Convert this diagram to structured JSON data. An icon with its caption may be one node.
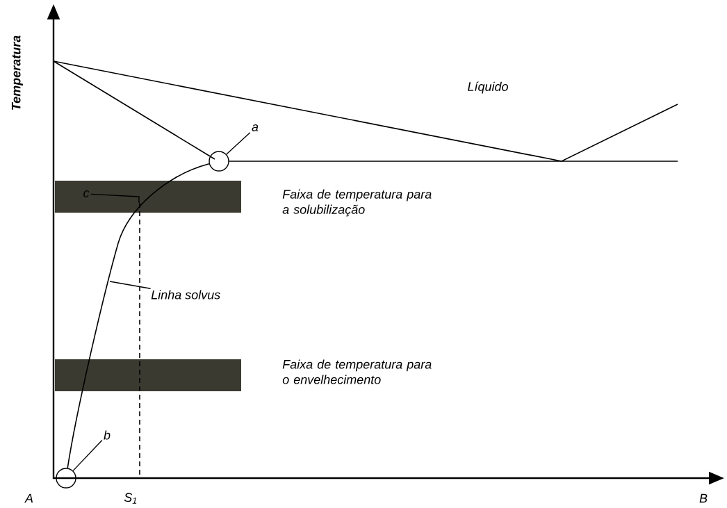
{
  "diagram": {
    "nodes": [
      {
        "text": [
          "a"
        ]
      },
      {
        "text": [],
        "shape": "circle"
      },
      {
        "text": [
          "b"
        ]
      },
      {
        "text": [],
        "shape": "circle"
      },
      {
        "text": [
          "c"
        ]
      },
      {
        "text": [
          "*Linha* solvus"
        ]
      }
    ],
    "edges": [
      {
        "from": 0,
        "to": 1,
        "arrow": "none"
      },
      {
        "from": 2,
        "to": 3,
        "arrow": "none"
      },
      {
        "from": 4,
        "to": null,
        "arrow": "none"
      },
      {
        "from": 5,
        "to": null,
        "arrow": "none"
      },
      {
        "from": 1,
        "to": 3,
        "arrow": "none"
      }
    ],
    "labels": [
      "Temperatura",
      "Líquido",
      "Faixa de temperatura para a solubilização",
      "Faixa de temperatura para o envelhecimento",
      "A",
      "S$_{1}$",
      "B"
    ]
  }
}
